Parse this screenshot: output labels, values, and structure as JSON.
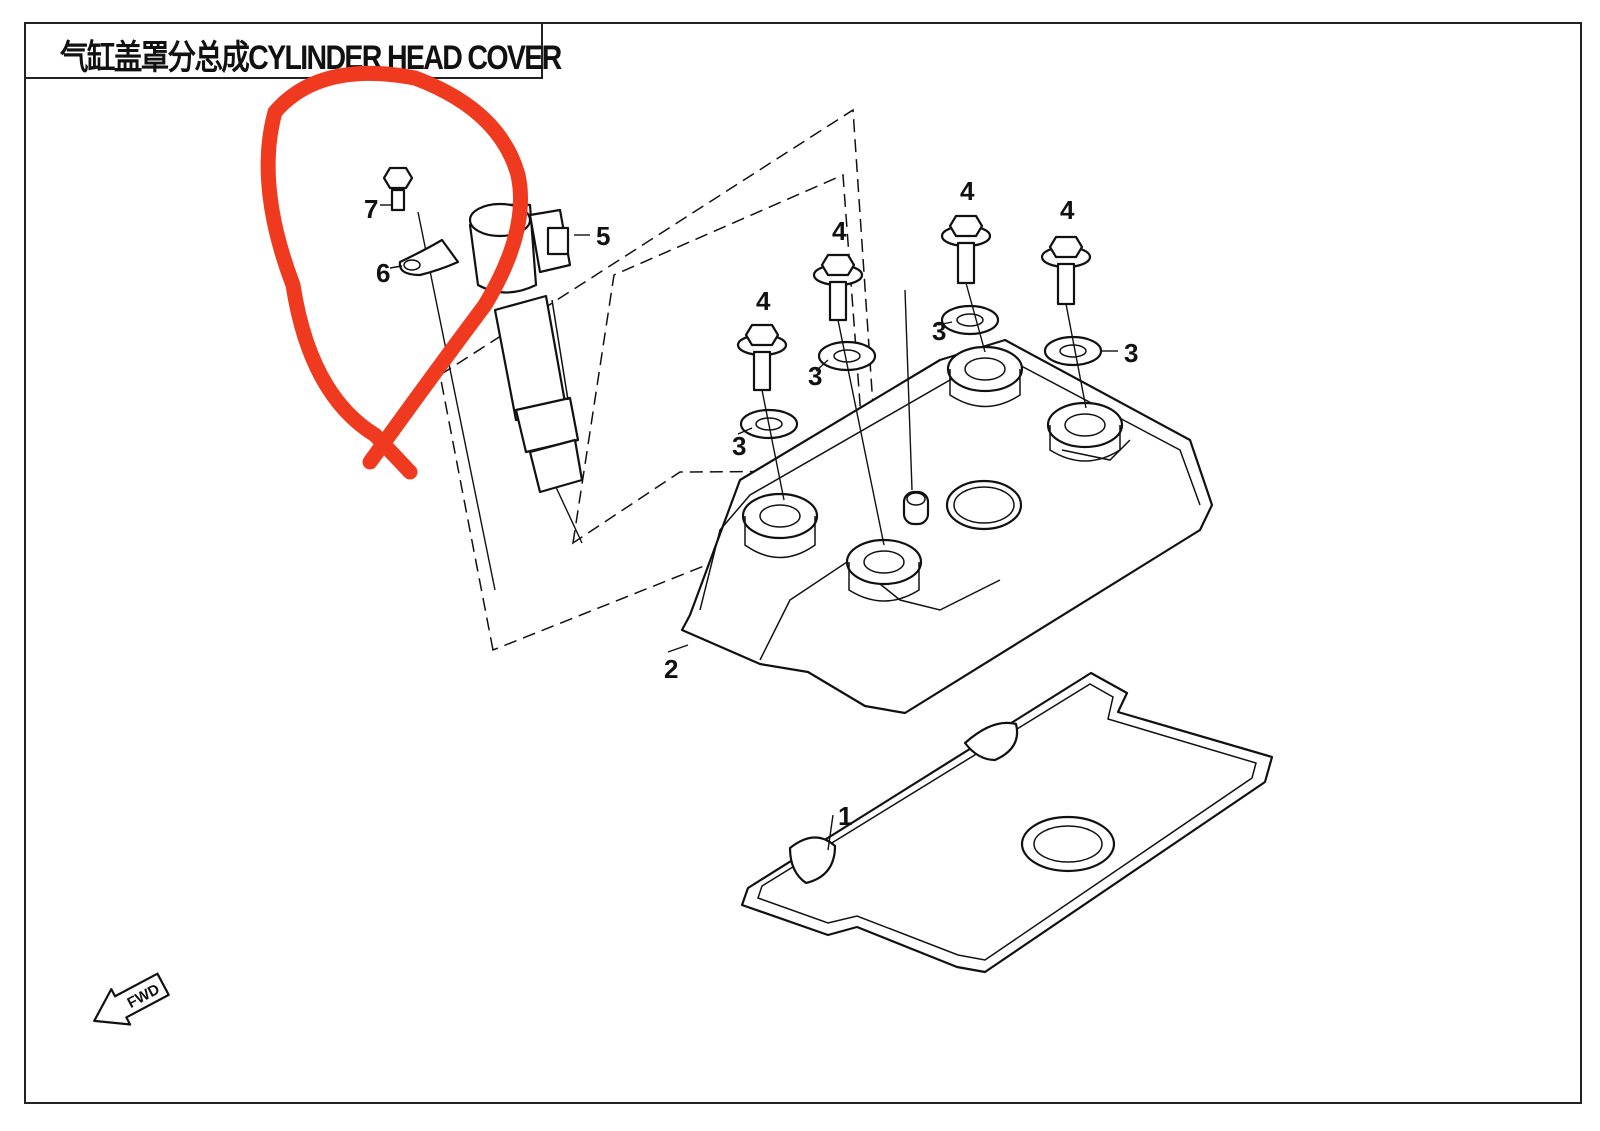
{
  "title": "气缸盖罩分总成CYLINDER HEAD COVER",
  "callouts": {
    "gasket": "1",
    "head_cover": "2",
    "washer_a": "3",
    "washer_b": "3",
    "washer_c": "3",
    "washer_d": "3",
    "bolt_a": "4",
    "bolt_b": "4",
    "bolt_c": "4",
    "bolt_d": "4",
    "ignition_coil": "5",
    "bracket": "6",
    "screw": "7"
  },
  "fwd_label": "FWD",
  "annotation_color": "#ef3a1f"
}
